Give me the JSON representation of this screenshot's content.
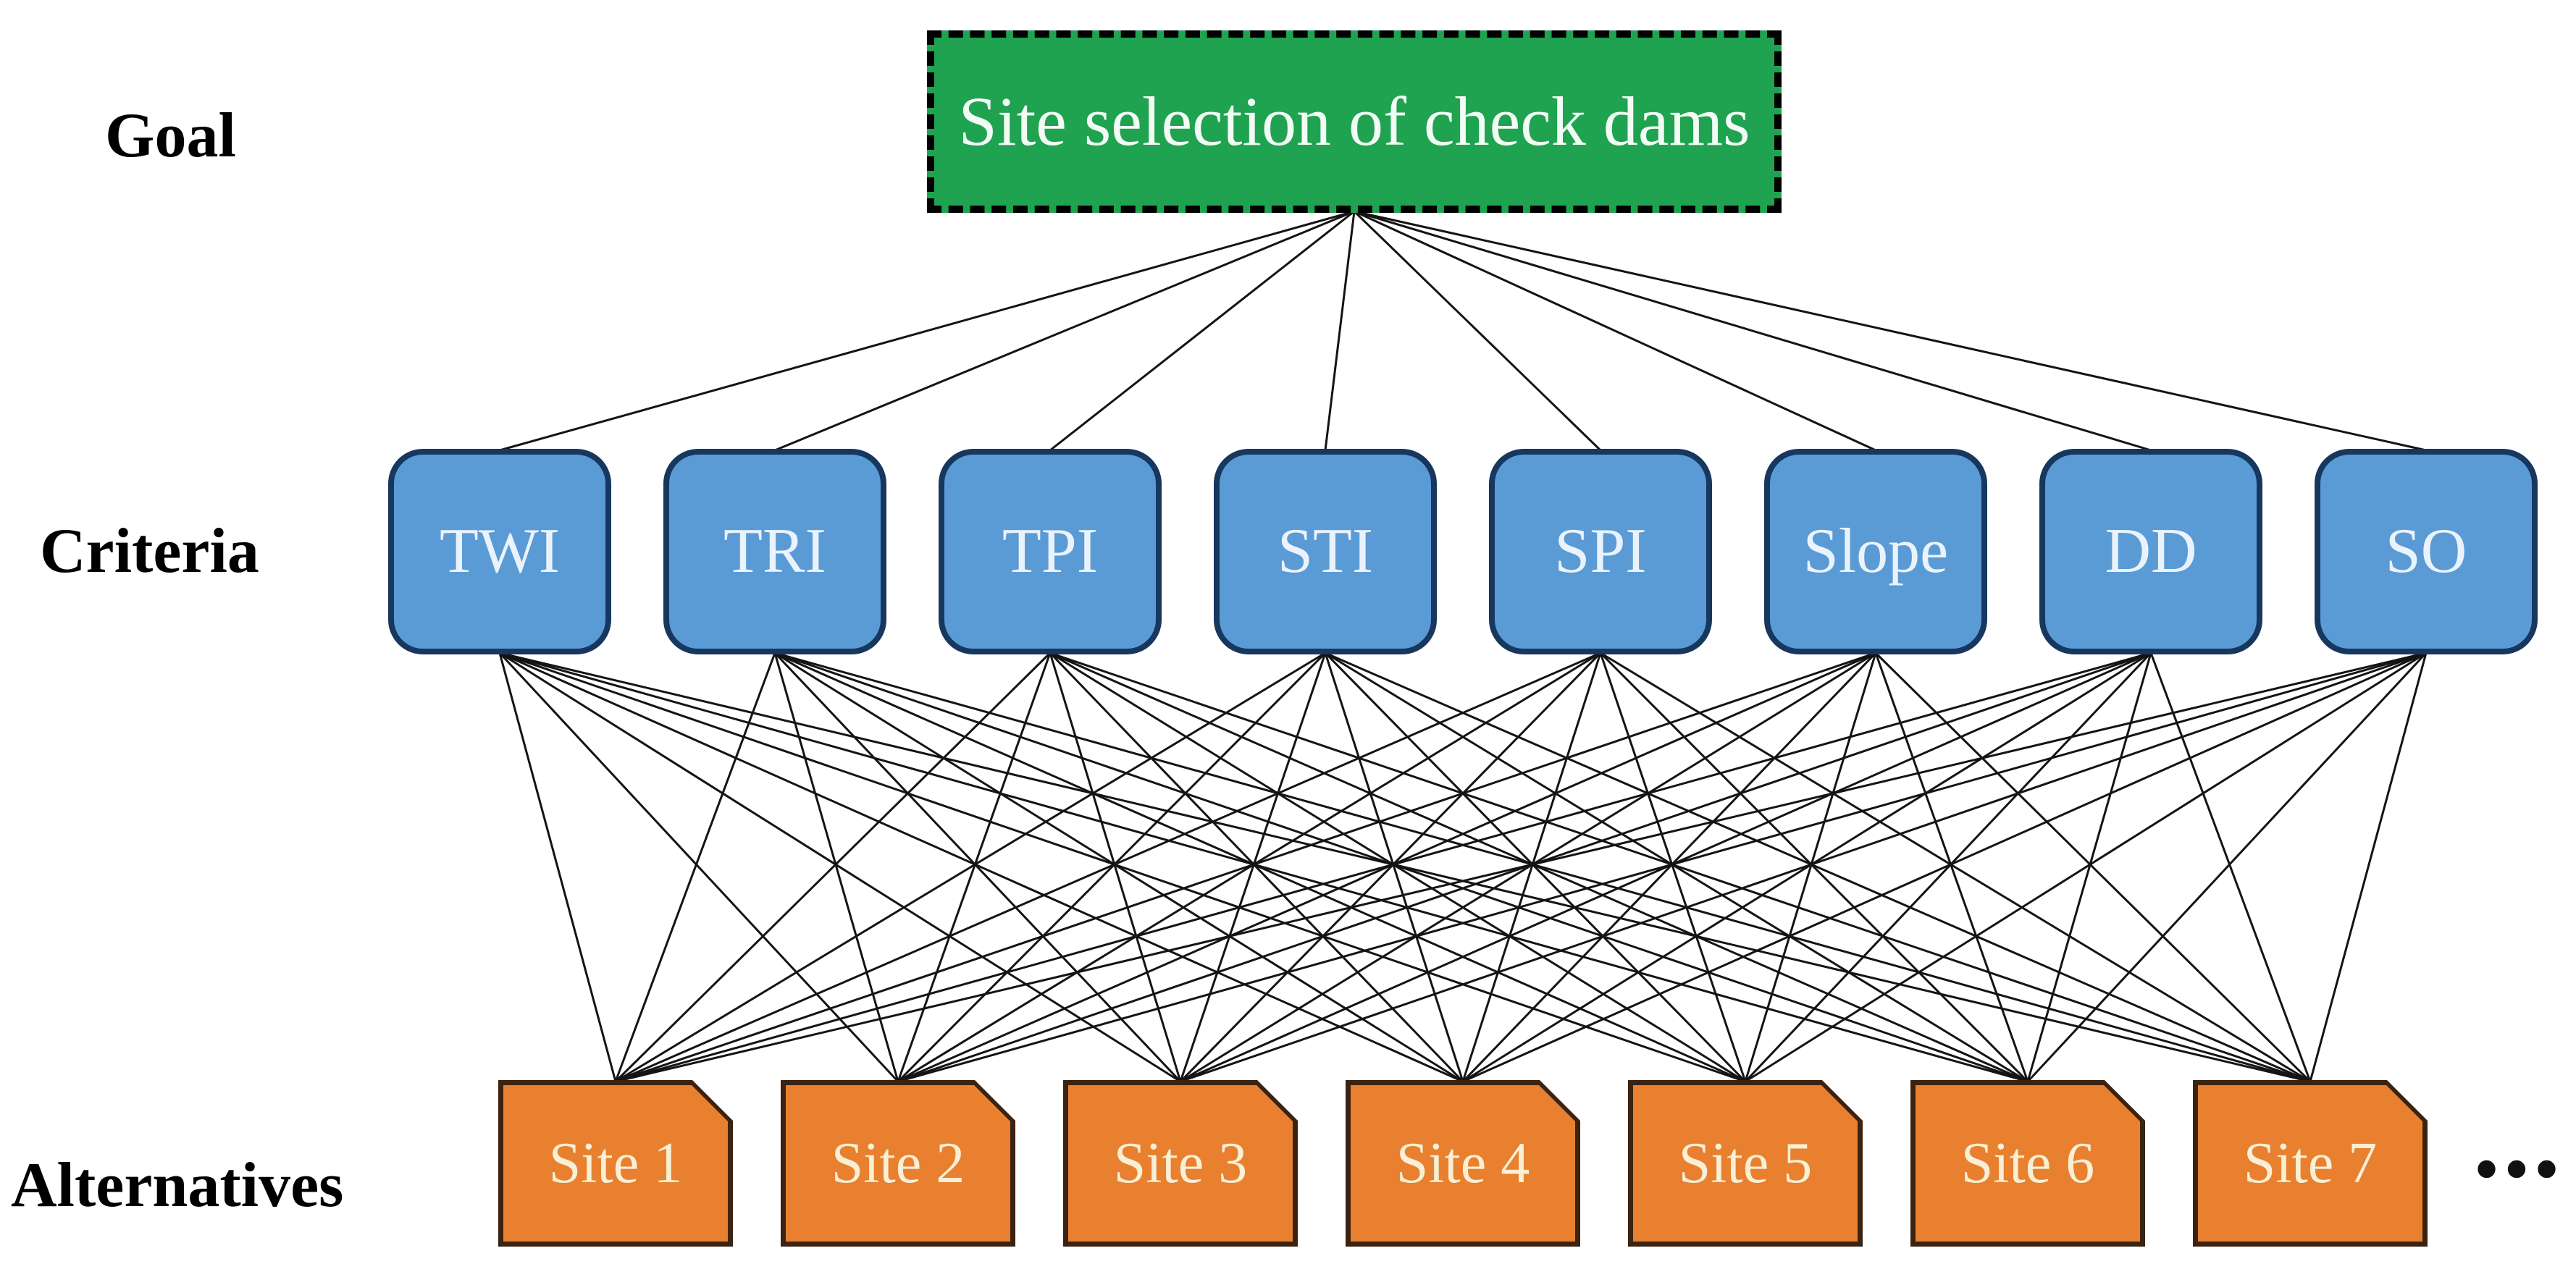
{
  "figure": {
    "labels": {
      "goal": "Goal",
      "criteria": "Criteria",
      "alternatives": "Alternatives"
    },
    "goal": {
      "label": "Site selection of check dams"
    },
    "criteria": {
      "items": [
        "TWI",
        "TRI",
        "TPI",
        "STI",
        "SPI",
        "Slope",
        "DD",
        "SO"
      ]
    },
    "alternatives": {
      "items": [
        "Site 1",
        "Site 2",
        "Site 3",
        "Site 4",
        "Site 5",
        "Site 6",
        "Site 7"
      ],
      "ellipsis": "..."
    },
    "edges": {
      "goal_to_criteria": "goal connects to every criterion",
      "criteria_to_alternatives": "every criterion connects to every alternative"
    },
    "colors": {
      "goal_fill": "#1FA351",
      "goal_border": "#000000",
      "goal_text": "#F2FBF4",
      "criteria_fill": "#5B9BD5",
      "criteria_border": "#17375E",
      "criteria_text": "#EAF3FC",
      "alternative_fill": "#E8802F",
      "alternative_border": "#3B2311",
      "alternative_text": "#F9EFD4",
      "edge_line": "#141414",
      "label_text": "#000000"
    }
  }
}
